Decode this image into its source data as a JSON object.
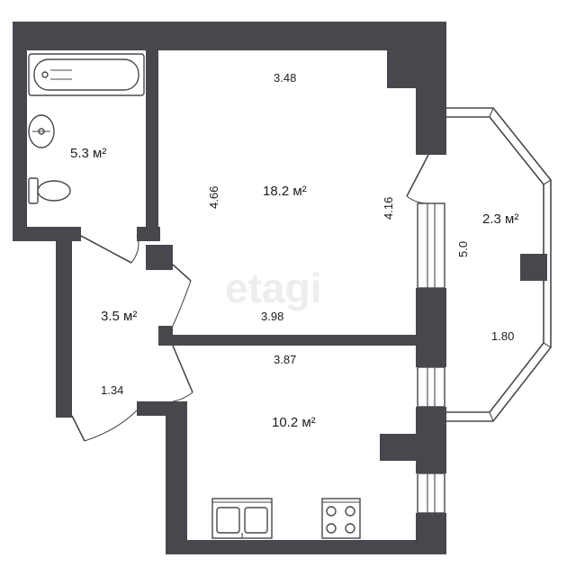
{
  "watermark": "etagi",
  "rooms": {
    "bathroom": {
      "area": "5.3 м²"
    },
    "living_room": {
      "area": "18.2 м²",
      "width": "3.48",
      "height": "4.66",
      "side": "4.16",
      "bottom": "3.98"
    },
    "hall": {
      "area": "3.5 м²",
      "length": "1.34"
    },
    "kitchen": {
      "area": "10.2 м²",
      "width": "3.87"
    },
    "bay": {
      "area": "2.3 м²",
      "length": "5.0",
      "depth": "1.80"
    }
  }
}
